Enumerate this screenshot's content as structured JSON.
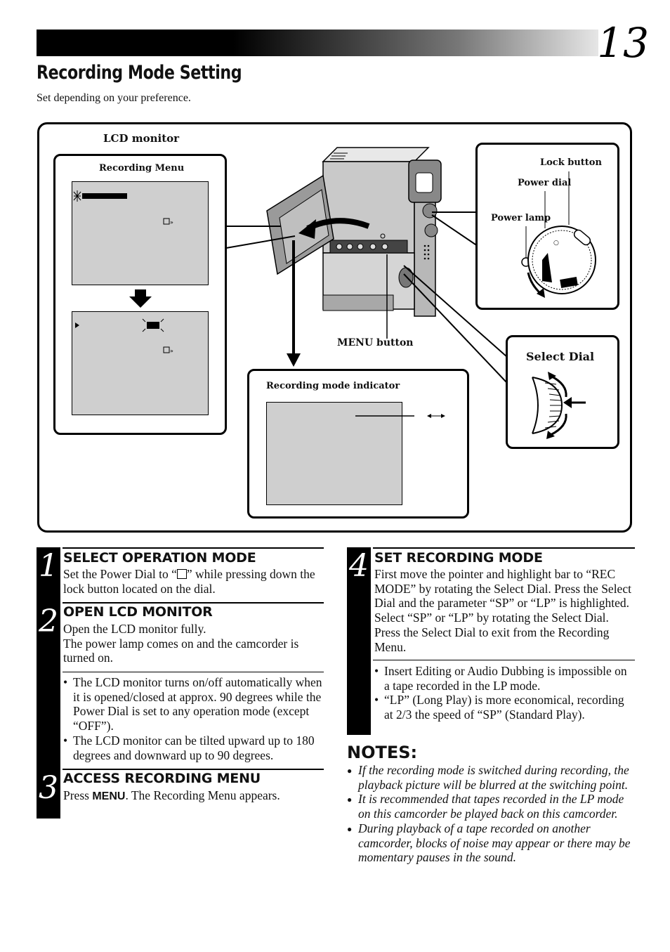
{
  "page": {
    "number": "13",
    "title": "Recording Mode Setting",
    "subtitle": "Set depending on your preference."
  },
  "diagram": {
    "lcd_monitor_label": "LCD monitor",
    "recording_menu_label": "Recording Menu",
    "lock_button_label": "Lock button",
    "power_dial_label": "Power dial",
    "power_lamp_label": "Power lamp",
    "menu_button_label": "MENU button",
    "select_dial_label": "Select Dial",
    "recording_mode_indicator_label": "Recording mode indicator"
  },
  "steps": [
    {
      "number": "1",
      "heading": "SELECT OPERATION MODE",
      "text_before": "Set the Power Dial to “",
      "text_after": "” while pressing down the lock button located on the dial."
    },
    {
      "number": "2",
      "heading": "OPEN LCD MONITOR",
      "line1": "Open the LCD monitor fully.",
      "line2": "The power lamp comes on and the camcorder is turned on.",
      "bullets": [
        "The LCD monitor turns on/off automatically when it is opened/closed at approx. 90 degrees while the Power Dial is set to any operation mode (except “OFF”).",
        "The LCD monitor can be tilted upward up to 180 degrees and downward up to 90 degrees."
      ]
    },
    {
      "number": "3",
      "heading": "ACCESS RECORDING MENU",
      "text_before": "Press ",
      "bold": "MENU",
      "text_after": ". The Recording Menu appears."
    },
    {
      "number": "4",
      "heading": "SET RECORDING MODE",
      "text": "First move the pointer and highlight bar to “REC MODE” by rotating the Select Dial. Press the Select Dial and the parameter “SP” or “LP” is highlighted. Select “SP” or “LP” by rotating the Select Dial. Press the Select Dial to exit from the Recording Menu.",
      "bullets": [
        "Insert Editing or Audio Dubbing is impossible on a tape recorded in the LP mode.",
        "“LP” (Long Play) is more economical, recording at 2/3 the speed of “SP” (Standard Play)."
      ]
    }
  ],
  "notes": {
    "heading": "NOTES:",
    "items": [
      "If the recording mode is switched during recording, the playback picture will be blurred at the switching point.",
      "It is recommended that tapes recorded in the LP mode on this camcorder be played back on this camcorder.",
      "During playback of a tape recorded on another camcorder, blocks of noise may appear or there may be momentary pauses in the sound."
    ]
  }
}
